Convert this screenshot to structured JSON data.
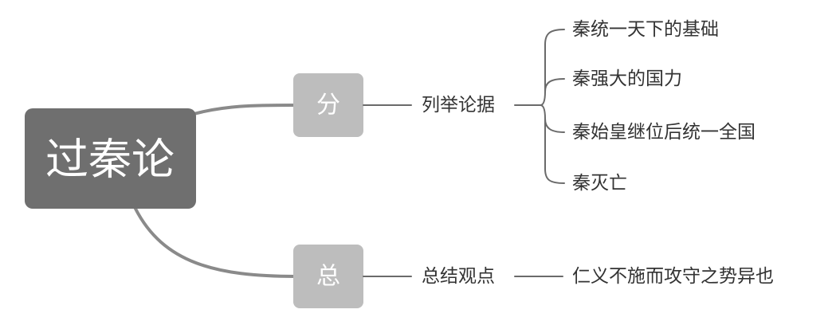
{
  "root": {
    "label": "过秦论"
  },
  "branches": [
    {
      "label": "分",
      "topic": "列举论据",
      "points": [
        "秦统一天下的基础",
        "秦强大的国力",
        "秦始皇继位后统一全国",
        "秦灭亡"
      ]
    },
    {
      "label": "总",
      "topic": "总结观点",
      "points": [
        "仁义不施而攻守之势异也"
      ]
    }
  ],
  "colors": {
    "root_fill": "#6f6f6f",
    "branch_fill": "#bdbdbd",
    "connector": "#8a8a8a",
    "text_dark": "#333333"
  }
}
